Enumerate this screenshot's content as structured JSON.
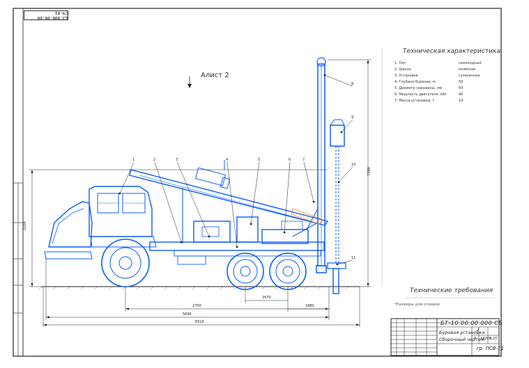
{
  "sheet": {
    "rotated_code": "БЗ.000.00.00 СЧ-01"
  },
  "view": {
    "label": "Aлист 2"
  },
  "specs": {
    "title": "Техническая характеристика",
    "items": [
      {
        "text": "1. Тип",
        "value": "самоходный"
      },
      {
        "text": "2. Шасси",
        "value": "колёсное"
      },
      {
        "text": "3. Установка",
        "value": "гусеничная"
      },
      {
        "text": "4. Глубина бурения, м",
        "value": "50"
      },
      {
        "text": "5. Диаметр скважины, мм",
        "value": "93"
      },
      {
        "text": "6. Мощность двигателя, кВт",
        "value": "90"
      },
      {
        "text": "7. Масса установки, т",
        "value": "14"
      }
    ]
  },
  "requirements": {
    "title": "Технические требования",
    "line": "*Размеры для справок"
  },
  "dimensions": {
    "d1": "2750",
    "d2": "1670",
    "d3": "1880",
    "d4": "5690",
    "d5": "8310",
    "h1": "3200",
    "h2": "7390"
  },
  "title_block": {
    "code": "БТ-10.00.00.000 СБ",
    "name1": "Буровая установка",
    "name2": "Сборочный чертеж",
    "lit": "У",
    "mass": "14200",
    "scale": "1:25",
    "sheet_no": "2",
    "org": "гр. ПСВ-11"
  },
  "callouts": [
    "1",
    "2",
    "3",
    "4",
    "5",
    "6",
    "7",
    "8",
    "9",
    "10",
    "11"
  ],
  "colors": {
    "machine": "#0a5cff",
    "frame": "#222222",
    "text": "#222222",
    "highlight": "#ff8a00"
  }
}
